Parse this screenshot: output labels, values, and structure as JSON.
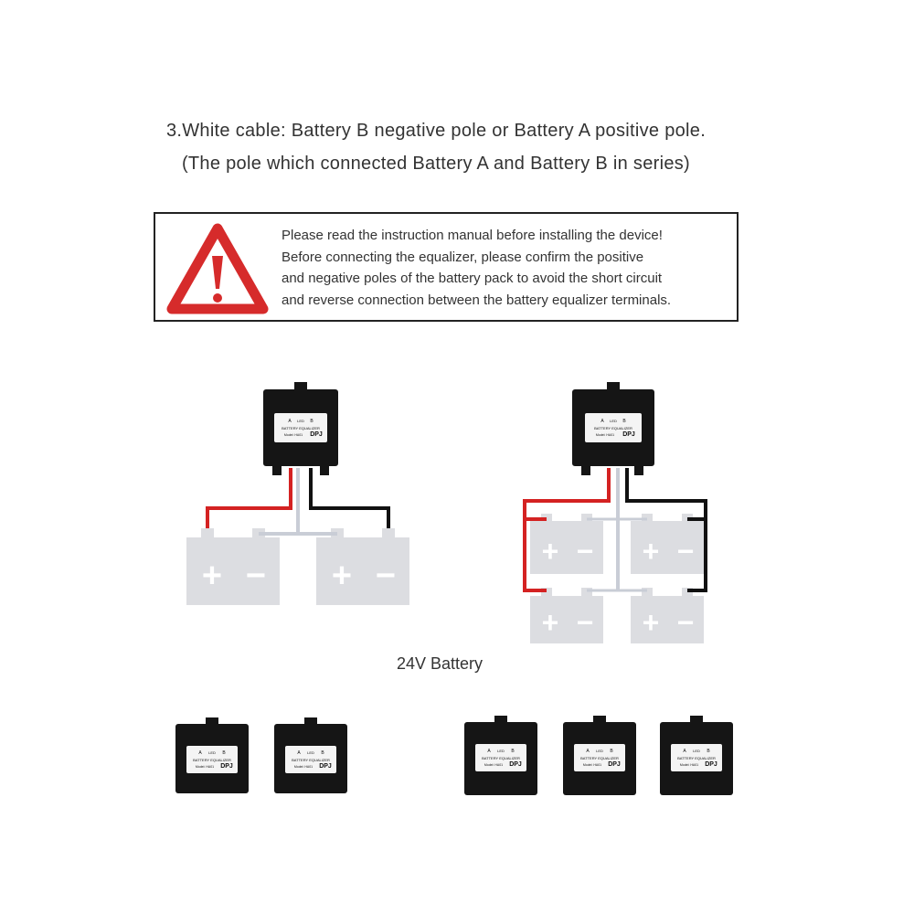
{
  "heading": {
    "line1": "3.White cable: Battery B negative pole or Battery A positive pole.",
    "line2": "(The pole which connected Battery A and Battery B in series)"
  },
  "warning": {
    "icon": "warning-triangle-icon",
    "lines": [
      "Please read the instruction manual before installing the device!",
      "Before connecting the equalizer, please confirm the positive",
      "and negative poles of the battery pack to avoid the short circuit",
      "and reverse connection between the battery equalizer terminals."
    ]
  },
  "device": {
    "label_a": "A",
    "label_led": "LED",
    "label_b": "B",
    "name": "BATTERY EQUALIZER",
    "model": "Model: HA01",
    "brand": "DPJ"
  },
  "battery": {
    "plus": "+",
    "minus": "−"
  },
  "caption": "24V Battery",
  "colors": {
    "red_wire": "#d42222",
    "black_wire": "#111111",
    "white_wire": "#c9cdd6",
    "battery": "#dcdde1",
    "warning_red": "#d62b2b"
  }
}
